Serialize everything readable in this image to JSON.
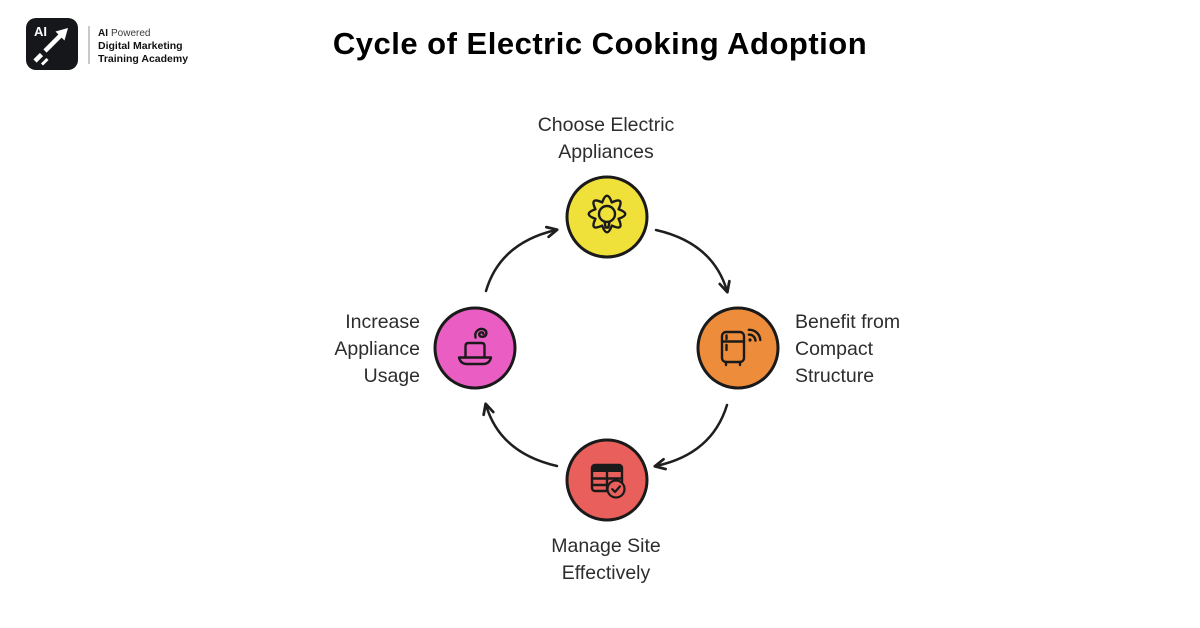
{
  "brand": {
    "logo_text": "AI",
    "name_bold": "AI",
    "name_rest": "Powered",
    "line2": "Digital Marketing",
    "line3": "Training Academy"
  },
  "title": "Cycle of Electric Cooking Adoption",
  "cycle": {
    "direction": "clockwise",
    "arrow_color": "#1f1f1f",
    "outline_color": "#1a1a1a",
    "steps": [
      {
        "id": "choose-electric-appliances",
        "position": "top",
        "label": "Choose Electric\nAppliances",
        "color": "#efe03a",
        "icon": "gear-lightbulb"
      },
      {
        "id": "benefit-compact-structure",
        "position": "right",
        "label": "Benefit from\nCompact\nStructure",
        "color": "#ed8c3b",
        "icon": "smart-fridge-wifi"
      },
      {
        "id": "manage-site-effectively",
        "position": "bottom",
        "label": "Manage Site\nEffectively",
        "color": "#e95f5b",
        "icon": "table-checklist"
      },
      {
        "id": "increase-appliance-usage",
        "position": "left",
        "label": "Increase\nAppliance\nUsage",
        "color": "#ea5ec4",
        "icon": "warming-tray-steam"
      }
    ],
    "arrows": [
      {
        "from": "choose-electric-appliances",
        "to": "benefit-compact-structure"
      },
      {
        "from": "benefit-compact-structure",
        "to": "manage-site-effectively"
      },
      {
        "from": "manage-site-effectively",
        "to": "increase-appliance-usage"
      },
      {
        "from": "increase-appliance-usage",
        "to": "choose-electric-appliances"
      }
    ]
  }
}
